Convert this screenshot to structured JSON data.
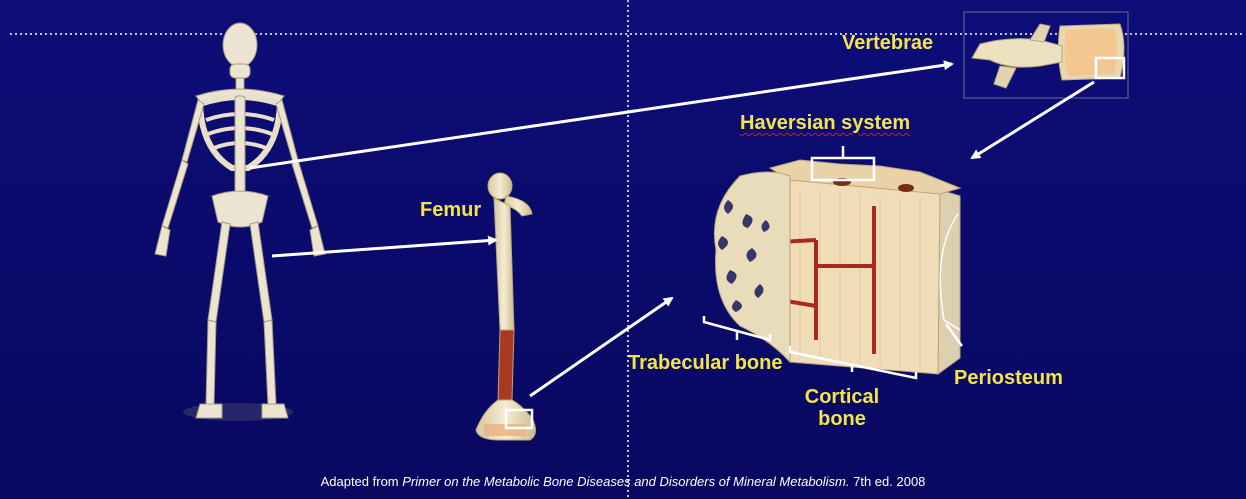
{
  "labels": {
    "vertebrae": "Vertebrae",
    "haversian": "Haversian system",
    "femur": "Femur",
    "trabecular": "Trabecular bone",
    "cortical_line1": "Cortical",
    "cortical_line2": "bone",
    "periosteum": "Periosteum"
  },
  "caption": {
    "prefix": "Adapted from",
    "title": "Primer on the Metabolic Bone Diseases and Disorders of Mineral Metabolism.",
    "suffix": "7th ed. 2008"
  },
  "colors": {
    "background": "#0b0b6a",
    "label": "#f3e44a",
    "bone": "#efe2c0",
    "vessel": "#a82a1e"
  }
}
